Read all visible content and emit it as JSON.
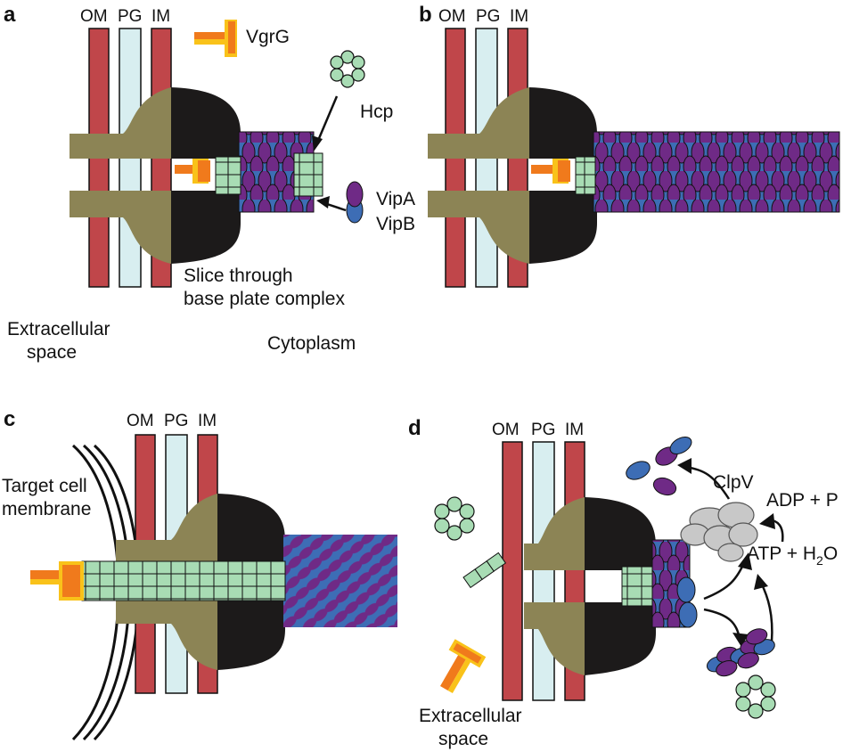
{
  "panels": {
    "a": {
      "letter": "a",
      "membranes": [
        "OM",
        "PG",
        "IM"
      ],
      "vgrg": "VgrG",
      "hcp": "Hcp",
      "vipa": "VipA",
      "vipb": "VipB",
      "slice_line1": "Slice through",
      "slice_line2": "base plate complex",
      "extra_line1": "Extracellular",
      "extra_line2": "space",
      "cytoplasm": "Cytoplasm"
    },
    "b": {
      "letter": "b",
      "membranes": [
        "OM",
        "PG",
        "IM"
      ]
    },
    "c": {
      "letter": "c",
      "membranes": [
        "OM",
        "PG",
        "IM"
      ],
      "target_line1": "Target cell",
      "target_line2": "membrane"
    },
    "d": {
      "letter": "d",
      "membranes": [
        "OM",
        "PG",
        "IM"
      ],
      "clpv": "ClpV",
      "adp": "ADP + P",
      "atp": "ATP + H",
      "atp_sub": "2",
      "atp_tail": "O",
      "extra_line1": "Extracellular",
      "extra_line2": "space"
    }
  },
  "colors": {
    "membrane_outer": "#c0464a",
    "peptidoglycan": "#d8eef0",
    "baseplate_left": "#8c8455",
    "baseplate_right": "#1c1a1a",
    "hcp": "#a8dcb4",
    "vipa": "#6f2a86",
    "vipb": "#3d6db5",
    "vgrg_orange": "#f07a1c",
    "vgrg_yellow": "#f9c21a",
    "clpv": "#c8c8c8"
  }
}
